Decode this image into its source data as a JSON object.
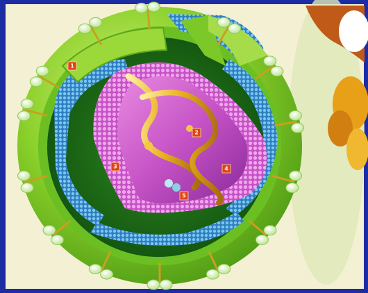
{
  "diagram": {
    "colors": {
      "frame": "#1c2ca3",
      "background": "#f4f0d4",
      "envelope": "#8ad02a",
      "matrix": "#3f9ad8",
      "capsid": "#c653c6",
      "rna": "#e8b020",
      "spike": "#e6f6c8"
    },
    "labels": [
      {
        "text": "1"
      },
      {
        "text": "2"
      },
      {
        "text": "3"
      },
      {
        "text": "4"
      },
      {
        "text": "5"
      }
    ]
  }
}
